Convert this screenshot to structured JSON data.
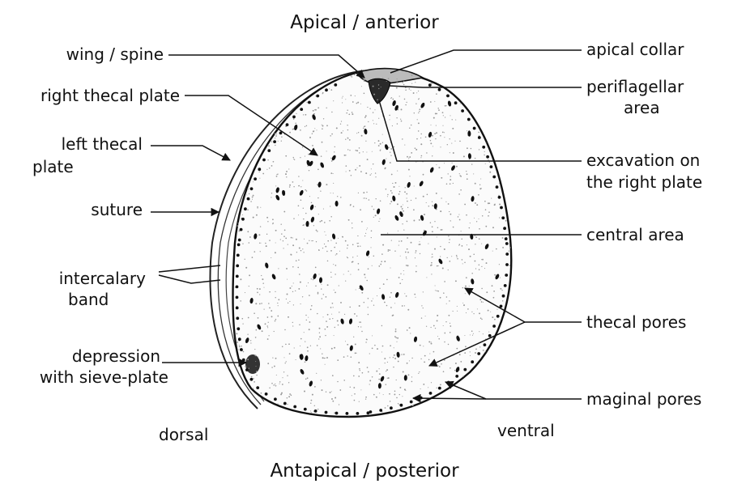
{
  "orientation": {
    "top": "Apical / anterior",
    "bottom": "Antapical / posterior",
    "left": "dorsal",
    "right": "ventral"
  },
  "labels_left": {
    "wing_spine": "wing / spine",
    "right_thecal_plate": "right thecal plate",
    "left_thecal_plate": [
      "left thecal",
      "plate"
    ],
    "suture": "suture",
    "intercalary_band": [
      "intercalary",
      "band"
    ],
    "depression": [
      "depression",
      "with sieve-plate"
    ]
  },
  "labels_right": {
    "apical_collar": "apical collar",
    "periflagellar_area": [
      "periflagellar",
      "area"
    ],
    "excavation": [
      "excavation on",
      "the right plate"
    ],
    "central_area": "central area",
    "thecal_pores": "thecal pores",
    "marginal_pores": "maginal pores"
  }
}
